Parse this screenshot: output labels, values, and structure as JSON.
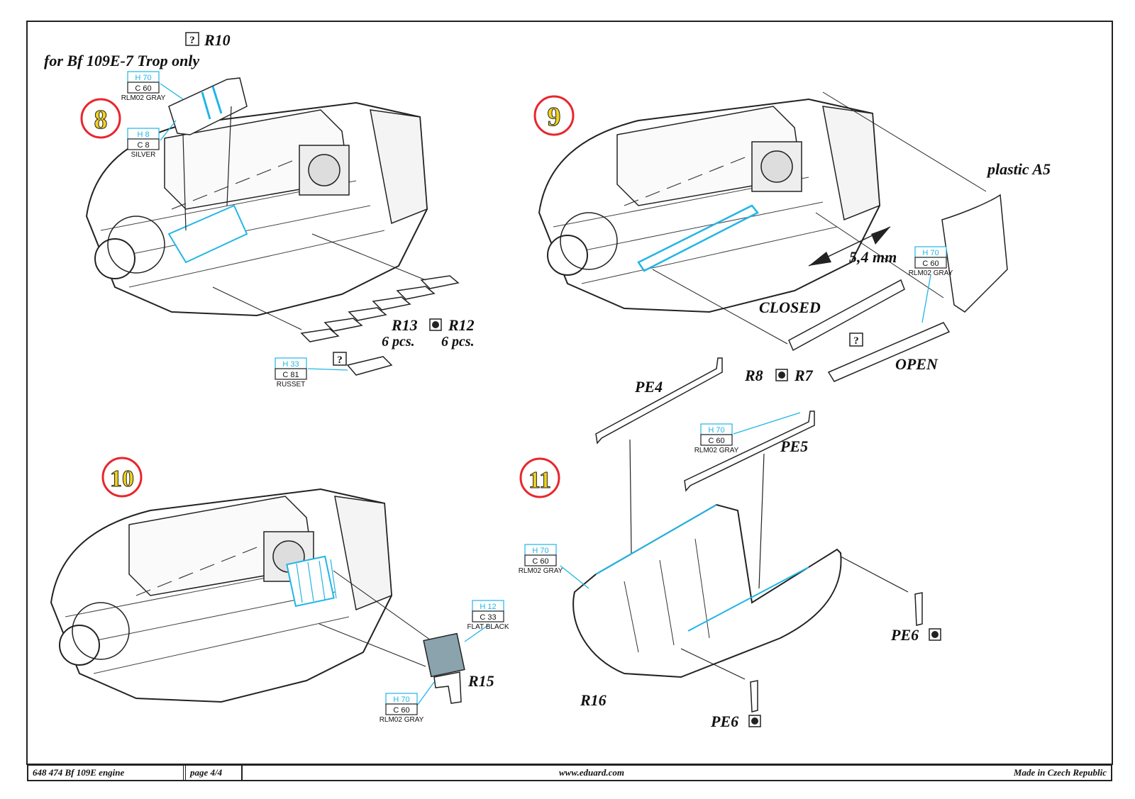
{
  "steps": {
    "s8": {
      "number": "8",
      "part_r10": "R10",
      "note": "for Bf 109E-7 Trop only",
      "r13": "R13",
      "r12": "R12",
      "r13_qty": "6 pcs.",
      "r12_qty": "6 pcs.",
      "q_marks": [
        "?",
        "?"
      ]
    },
    "s9": {
      "number": "9",
      "plastic": "plastic A5",
      "dimension": "5,4 mm",
      "closed": "CLOSED",
      "open": "OPEN",
      "r8": "R8",
      "r7": "R7",
      "q_mark": "?"
    },
    "s10": {
      "number": "10",
      "r15": "R15"
    },
    "s11": {
      "number": "11",
      "pe4": "PE4",
      "pe5": "PE5",
      "pe6a": "PE6",
      "pe6b": "PE6",
      "r16": "R16"
    }
  },
  "paints": [
    {
      "h": "H 70",
      "c": "C 60",
      "name": "RLM02 GRAY"
    },
    {
      "h": "H 8",
      "c": "C 8",
      "name": "SILVER"
    },
    {
      "h": "H 33",
      "c": "C 81",
      "name": "RUSSET"
    },
    {
      "h": "H 70",
      "c": "C 60",
      "name": "RLM02 GRAY"
    },
    {
      "h": "H 70",
      "c": "C 60",
      "name": "RLM02 GRAY"
    },
    {
      "h": "H 12",
      "c": "C 33",
      "name": "FLAT BLACK"
    },
    {
      "h": "H 70",
      "c": "C 60",
      "name": "RLM02 GRAY"
    },
    {
      "h": "H 70",
      "c": "C 60",
      "name": "RLM02 GRAY"
    }
  ],
  "footer": {
    "product": "648 474  Bf 109E engine",
    "page": "page 4/4",
    "website": "www.eduard.com",
    "origin": "Made in Czech Republic"
  },
  "colors": {
    "accent_blue": "#21b5e6",
    "step_circle": "#e8262d",
    "step_number": "#f2d31b",
    "line": "#222222"
  }
}
